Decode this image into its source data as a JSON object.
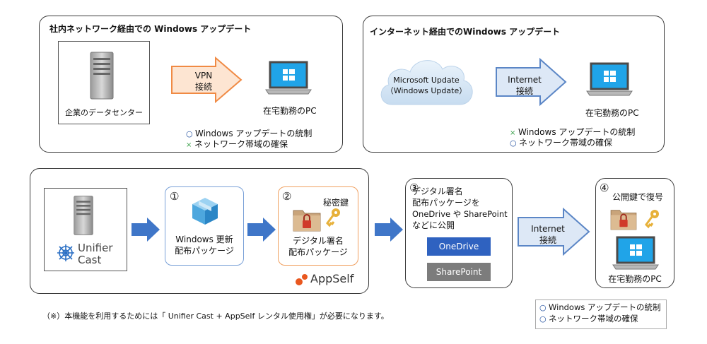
{
  "panel_vpn": {
    "title": "社内ネットワーク経由での Windows アップデート",
    "datacenter_label": "企業のデータセンター",
    "arrow_label_1": "VPN",
    "arrow_label_2": "接続",
    "pc_label": "在宅勤務のPC",
    "status": [
      {
        "mark": "○",
        "text": "Windows アップデートの統制"
      },
      {
        "mark": "×",
        "text": "ネットワーク帯域の確保"
      }
    ]
  },
  "panel_internet": {
    "title": "インターネット経由でのWindows アップデート",
    "cloud_line_1": "Microsoft Update",
    "cloud_line_2": "（Windows Update）",
    "arrow_label_1": "Internet",
    "arrow_label_2": "接続",
    "pc_label": "在宅勤務のPC",
    "status": [
      {
        "mark": "×",
        "text": "Windows アップデートの統制"
      },
      {
        "mark": "○",
        "text": "ネットワーク帯域の確保"
      }
    ]
  },
  "flow": {
    "logo_text_1": "Unifier",
    "logo_text_2": "Cast",
    "step1": {
      "number": "①",
      "line1": "Windows 更新",
      "line2": "配布パッケージ"
    },
    "step2": {
      "number": "②",
      "key_label": "秘密鍵",
      "line1": "デジタル署名",
      "line2": "配布パッケージ"
    },
    "appself": "AppSelf",
    "step3": {
      "number": "③",
      "line1": "デジタル署名",
      "line2": "配布パッケージを",
      "line3": "OneDrive や SharePoint",
      "line4": "などに公開",
      "button_onedrive": "OneDrive",
      "button_sharepoint": "SharePoint"
    },
    "arrow_label_1": "Internet",
    "arrow_label_2": "接続",
    "step4": {
      "number": "④",
      "key_label": "公開鍵で復号",
      "pc_label": "在宅勤務のPC"
    }
  },
  "note": "（※）本機能を利用するためには「 Unifier Cast + AppSelf レンタル使用権」が必要になります。",
  "legend": [
    {
      "mark": "○",
      "text": "Windows アップデートの統制"
    },
    {
      "mark": "○",
      "text": "ネットワーク帯域の確保"
    }
  ],
  "colors": {
    "orange_arrow": "#f6b07a",
    "blue_arrow": "#a9c2e6",
    "flow_arrow": "#3f76c8",
    "onedrive": "#2f62c0",
    "sharepoint": "#7c7c7c",
    "appself": "#e9571f"
  }
}
